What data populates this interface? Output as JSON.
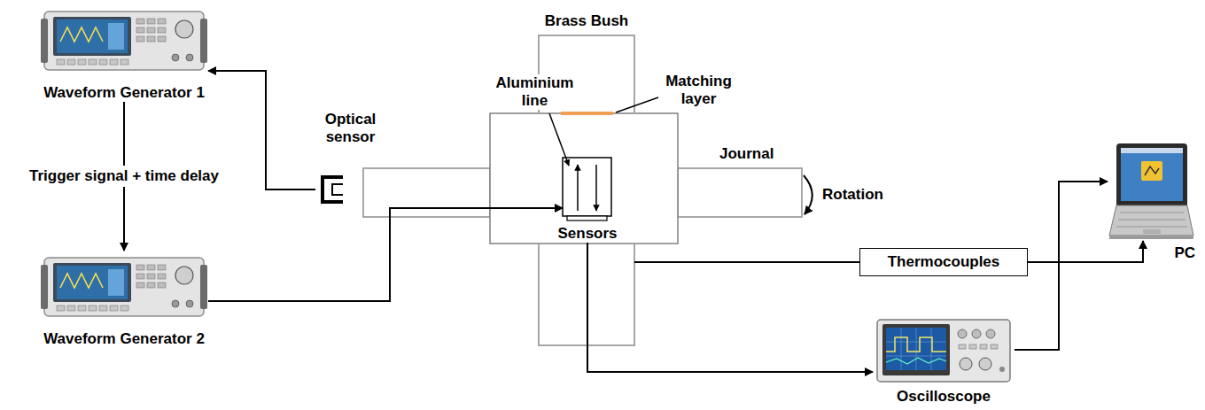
{
  "diagram": {
    "nodes": [
      {
        "text": [
          "Waveform Generator 1"
        ]
      },
      {
        "text": [
          "Waveform Generator 2"
        ]
      },
      {
        "text": [
          "Optical sensor"
        ]
      },
      {
        "text": [
          "Brass Bush"
        ]
      },
      {
        "text": [
          "Sensors"
        ],
        "in": 3
      },
      {
        "text": [
          "Thermocouples"
        ]
      },
      {
        "text": [
          "Oscilloscope"
        ]
      },
      {
        "text": [
          "PC"
        ]
      }
    ],
    "edges": [
      {
        "from": 0,
        "to": 1,
        "arrow": "to",
        "label": "Trigger signal + time delay"
      },
      {
        "from": 2,
        "to": 0,
        "arrow": "to"
      },
      {
        "from": 1,
        "to": 4,
        "arrow": "to"
      },
      {
        "from": 4,
        "to": 6,
        "arrow": "to"
      },
      {
        "from": 3,
        "to": 5,
        "arrow": "none"
      },
      {
        "from": 5,
        "to": 7,
        "arrow": "to"
      },
      {
        "from": 6,
        "to": 7,
        "arrow": "to"
      }
    ],
    "labels": [
      "Aluminium line",
      "Matching layer",
      "Journal",
      "Rotation"
    ]
  }
}
